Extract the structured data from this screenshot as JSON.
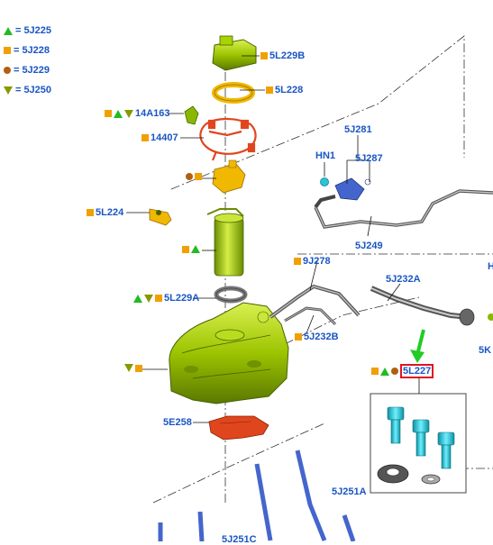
{
  "legend": [
    {
      "symbol": "green-triangle-up",
      "code": "5J225"
    },
    {
      "symbol": "orange-square",
      "code": "5J228"
    },
    {
      "symbol": "brown-circle",
      "code": "5J229"
    },
    {
      "symbol": "olive-triangle-down",
      "code": "5J250"
    }
  ],
  "legend_eq": "=",
  "parts": {
    "p5L229B": "5L229B",
    "p5L228": "5L228",
    "p14A163": "14A163",
    "p14407": "14407",
    "p5L224": "5L224",
    "p5L229A": "5L229A",
    "p9J278": "9J278",
    "p5J232A": "5J232A",
    "p5J232B": "5J232B",
    "p5E258": "5E258",
    "p5J251A": "5J251A",
    "p5J251C": "5J251C",
    "pHN1": "HN1",
    "p5J281": "5J281",
    "p5J287": "5J287",
    "p5J249": "5J249",
    "p5L227": "5L227",
    "pH": "H",
    "p5K": "5K"
  },
  "colors": {
    "label": "#1a55c4",
    "highlight_box": "#e0141e",
    "arrow": "#22cc22",
    "tank": "#9cc400",
    "bolt": "#29c6d6",
    "harness": "#e0461e",
    "pump": "#f0b800",
    "bracket": "#4466cc"
  }
}
